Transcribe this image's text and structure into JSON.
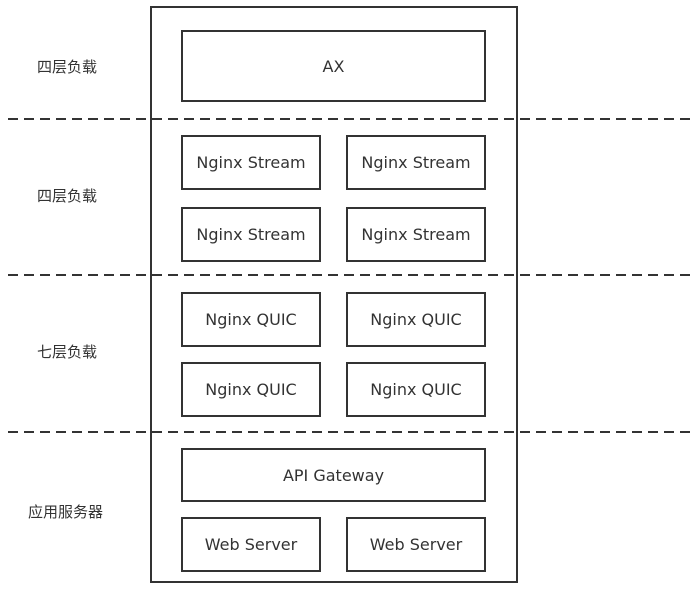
{
  "layers": [
    {
      "label": "四层负载",
      "boxes": [
        "AX"
      ]
    },
    {
      "label": "四层负载",
      "boxes": [
        "Nginx Stream",
        "Nginx Stream",
        "Nginx Stream",
        "Nginx Stream"
      ]
    },
    {
      "label": "七层负载",
      "boxes": [
        "Nginx QUIC",
        "Nginx QUIC",
        "Nginx QUIC",
        "Nginx QUIC"
      ]
    },
    {
      "label": "应用服务器",
      "boxes": [
        "API Gateway",
        "Web Server",
        "Web Server"
      ]
    }
  ],
  "colors": {
    "stroke": "#333333",
    "text": "#333333",
    "background": "#ffffff"
  }
}
